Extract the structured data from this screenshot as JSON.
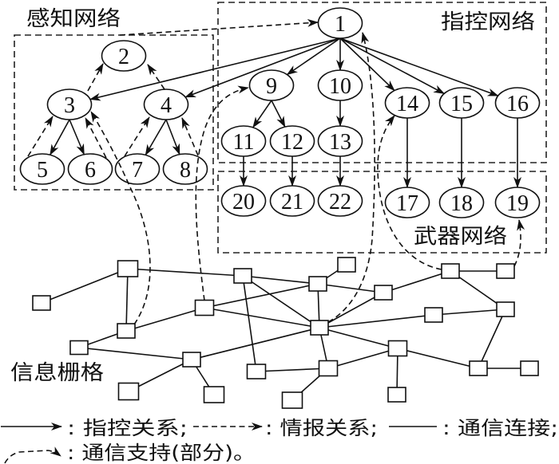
{
  "diagram": {
    "groups": {
      "sensing": {
        "label": "感知网络"
      },
      "command": {
        "label": "指控网络"
      },
      "weapon": {
        "label": "武器网络"
      },
      "grid": {
        "label": "信息栅格"
      }
    },
    "nodes": [
      {
        "id": "1",
        "label": "1",
        "group": "command"
      },
      {
        "id": "2",
        "label": "2",
        "group": "sensing"
      },
      {
        "id": "3",
        "label": "3",
        "group": "sensing"
      },
      {
        "id": "4",
        "label": "4",
        "group": "sensing"
      },
      {
        "id": "5",
        "label": "5",
        "group": "sensing"
      },
      {
        "id": "6",
        "label": "6",
        "group": "sensing"
      },
      {
        "id": "7",
        "label": "7",
        "group": "sensing"
      },
      {
        "id": "8",
        "label": "8",
        "group": "sensing"
      },
      {
        "id": "9",
        "label": "9",
        "group": "command"
      },
      {
        "id": "10",
        "label": "10",
        "group": "command"
      },
      {
        "id": "11",
        "label": "11",
        "group": "command"
      },
      {
        "id": "12",
        "label": "12",
        "group": "command"
      },
      {
        "id": "13",
        "label": "13",
        "group": "command"
      },
      {
        "id": "14",
        "label": "14",
        "group": "command"
      },
      {
        "id": "15",
        "label": "15",
        "group": "command"
      },
      {
        "id": "16",
        "label": "16",
        "group": "command"
      },
      {
        "id": "17",
        "label": "17",
        "group": "weapon"
      },
      {
        "id": "18",
        "label": "18",
        "group": "weapon"
      },
      {
        "id": "19",
        "label": "19",
        "group": "weapon"
      },
      {
        "id": "20",
        "label": "20",
        "group": "weapon"
      },
      {
        "id": "21",
        "label": "21",
        "group": "weapon"
      },
      {
        "id": "22",
        "label": "22",
        "group": "weapon"
      }
    ],
    "grid_node_count": 24,
    "command_edges": [
      [
        "1",
        "3"
      ],
      [
        "1",
        "4"
      ],
      [
        "1",
        "9"
      ],
      [
        "1",
        "10"
      ],
      [
        "1",
        "14"
      ],
      [
        "1",
        "15"
      ],
      [
        "1",
        "16"
      ],
      [
        "3",
        "5"
      ],
      [
        "3",
        "6"
      ],
      [
        "4",
        "7"
      ],
      [
        "4",
        "8"
      ],
      [
        "9",
        "11"
      ],
      [
        "9",
        "12"
      ],
      [
        "10",
        "13"
      ],
      [
        "11",
        "20"
      ],
      [
        "12",
        "21"
      ],
      [
        "13",
        "22"
      ],
      [
        "14",
        "17"
      ],
      [
        "15",
        "18"
      ],
      [
        "16",
        "19"
      ]
    ],
    "intel_edges": [
      [
        "5",
        "3"
      ],
      [
        "6",
        "3"
      ],
      [
        "7",
        "4"
      ],
      [
        "8",
        "4"
      ],
      [
        "3",
        "2"
      ],
      [
        "4",
        "2"
      ],
      [
        "sensing",
        "1"
      ]
    ],
    "comm_links": [
      [
        0,
        1
      ],
      [
        1,
        2
      ],
      [
        1,
        4
      ],
      [
        4,
        3
      ],
      [
        4,
        5
      ],
      [
        5,
        6
      ],
      [
        6,
        7
      ],
      [
        6,
        8
      ],
      [
        6,
        17
      ],
      [
        3,
        11
      ],
      [
        3,
        17
      ],
      [
        2,
        11
      ],
      [
        2,
        17
      ],
      [
        2,
        9
      ],
      [
        11,
        10
      ],
      [
        11,
        12
      ],
      [
        11,
        17
      ],
      [
        17,
        12
      ],
      [
        17,
        16
      ],
      [
        17,
        18
      ],
      [
        17,
        19
      ],
      [
        19,
        9
      ],
      [
        19,
        22
      ],
      [
        19,
        18
      ],
      [
        18,
        23
      ],
      [
        18,
        20
      ],
      [
        12,
        13
      ],
      [
        13,
        14
      ],
      [
        13,
        15
      ],
      [
        15,
        20
      ],
      [
        20,
        21
      ],
      [
        16,
        15
      ]
    ],
    "comm_support": [
      [
        4,
        "3"
      ],
      [
        3,
        "9"
      ],
      [
        17,
        "1"
      ],
      [
        13,
        "14"
      ],
      [
        14,
        "19"
      ]
    ]
  },
  "legend": {
    "command": ": 指控关系;",
    "intel": ": 情报关系;",
    "comm_link": ": 通信连接;",
    "comm_support": ": 通信支持(部分)。"
  }
}
